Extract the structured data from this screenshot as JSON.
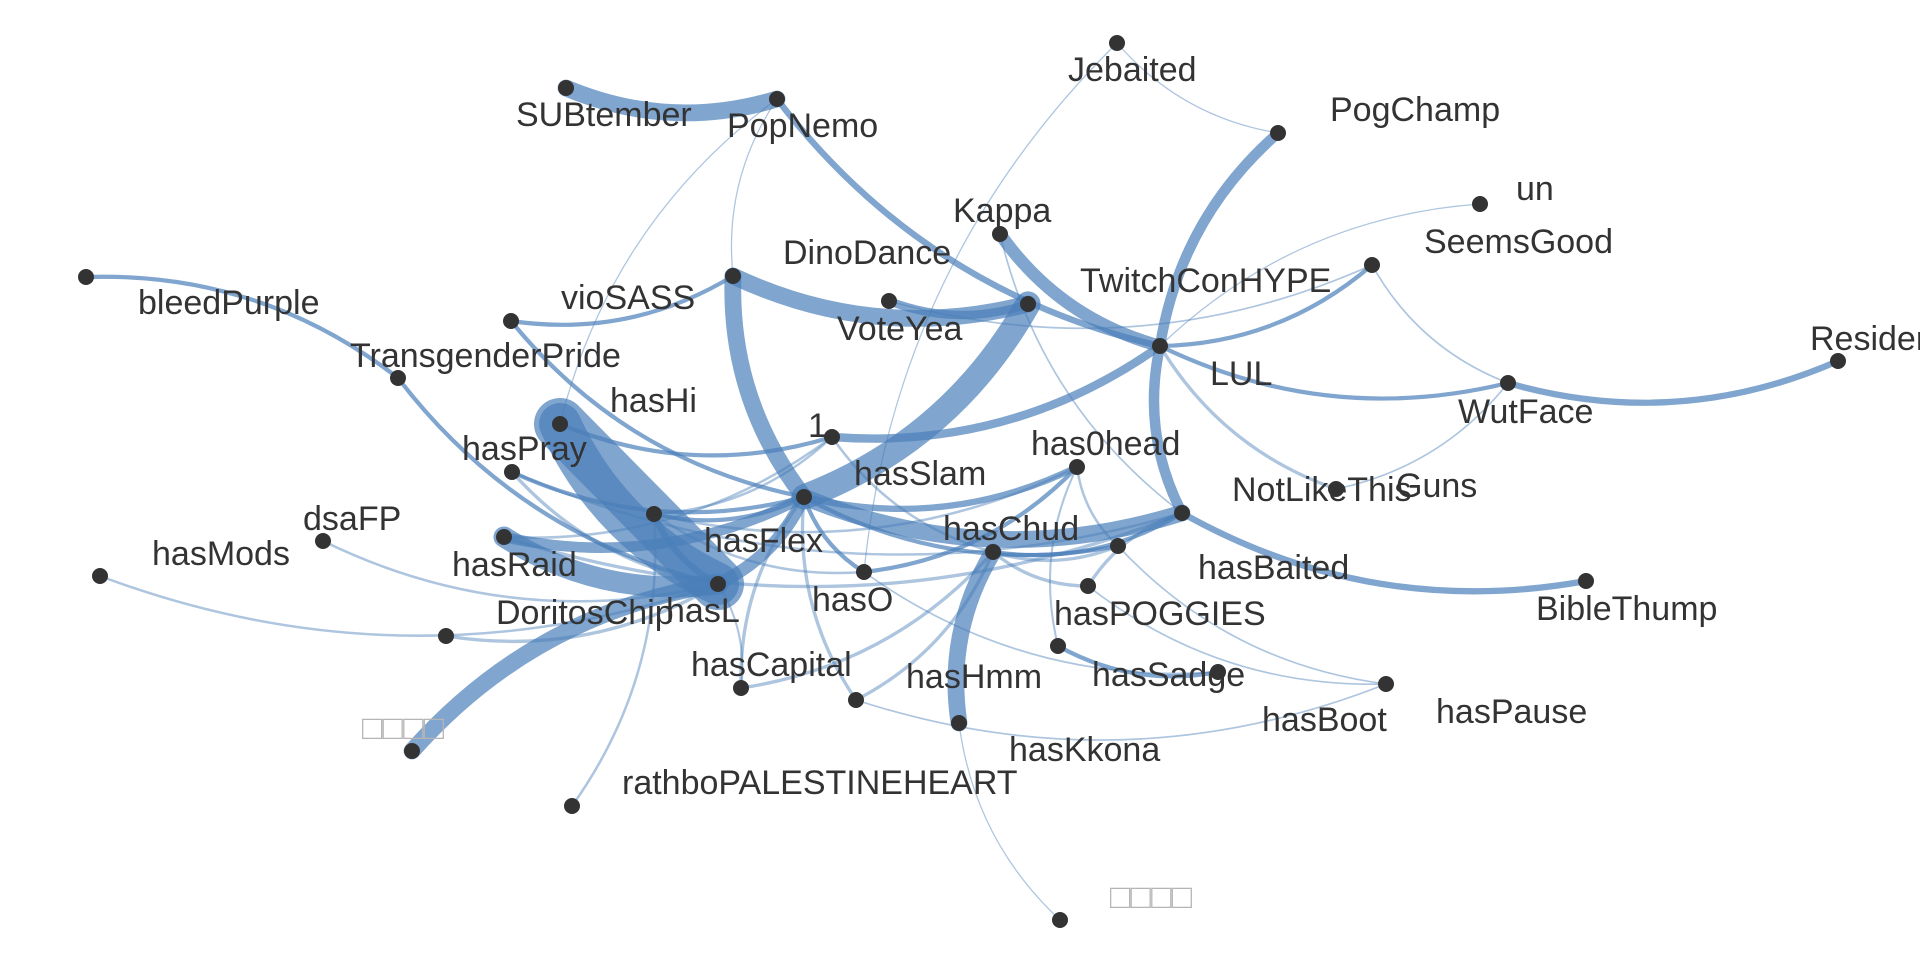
{
  "diagram": {
    "type": "network-graph",
    "edge_color": "#4a7fb9",
    "node_color": "#333333",
    "label_color": "#333333",
    "missing_glyph_color": "#b5b5b5",
    "nodes": [
      {
        "id": "Jebaited",
        "label": "Jebaited"
      },
      {
        "id": "PogChamp",
        "label": "PogChamp"
      },
      {
        "id": "SUBtember",
        "label": "SUBtember"
      },
      {
        "id": "PopNemo",
        "label": "PopNemo"
      },
      {
        "id": "un",
        "label": "un"
      },
      {
        "id": "Kappa",
        "label": "Kappa"
      },
      {
        "id": "SeemsGood",
        "label": "SeemsGood"
      },
      {
        "id": "DinoDance",
        "label": "DinoDance"
      },
      {
        "id": "TwitchConHYPE",
        "label": "TwitchConHYPE"
      },
      {
        "id": "bleedPurple",
        "label": "bleedPurple"
      },
      {
        "id": "vioSASS",
        "label": "vioSASS"
      },
      {
        "id": "VoteYea",
        "label": "VoteYea"
      },
      {
        "id": "ResidentSleeper",
        "label": "ResidentSleeper"
      },
      {
        "id": "TransgenderPride",
        "label": "TransgenderPride"
      },
      {
        "id": "LUL",
        "label": "LUL"
      },
      {
        "id": "WutFace",
        "label": "WutFace"
      },
      {
        "id": "hasHi",
        "label": "hasHi"
      },
      {
        "id": "1",
        "label": "1"
      },
      {
        "id": "has0head",
        "label": "has0head"
      },
      {
        "id": "hasPray",
        "label": "hasPray"
      },
      {
        "id": "hasSlam",
        "label": "hasSlam"
      },
      {
        "id": "NotLikeThis",
        "label": "NotLikeThis"
      },
      {
        "id": "Guns",
        "label": "Guns"
      },
      {
        "id": "dsaFP",
        "label": "dsaFP"
      },
      {
        "id": "hasChud",
        "label": "hasChud"
      },
      {
        "id": "hasFlex",
        "label": "hasFlex"
      },
      {
        "id": "hasMods",
        "label": "hasMods"
      },
      {
        "id": "hasRaid",
        "label": "hasRaid"
      },
      {
        "id": "hasBaited",
        "label": "hasBaited"
      },
      {
        "id": "hasL",
        "label": "hasL"
      },
      {
        "id": "hasO",
        "label": "hasO"
      },
      {
        "id": "DoritosChip",
        "label": "DoritosChip"
      },
      {
        "id": "hasPOGGIES",
        "label": "hasPOGGIES"
      },
      {
        "id": "BibleThump",
        "label": "BibleThump"
      },
      {
        "id": "hasCapital",
        "label": "hasCapital"
      },
      {
        "id": "hasHmm",
        "label": "hasHmm"
      },
      {
        "id": "hasSadge",
        "label": "hasSadge"
      },
      {
        "id": "hasBoot",
        "label": "hasBoot"
      },
      {
        "id": "hasPause",
        "label": "hasPause"
      },
      {
        "id": "missing1",
        "label": "□□□□"
      },
      {
        "id": "hasKkona",
        "label": "hasKkona"
      },
      {
        "id": "rathboPALESTINEHEART",
        "label": "rathboPALESTINEHEART"
      },
      {
        "id": "missing2",
        "label": "□□□□"
      }
    ],
    "edges": [
      {
        "source": "hasHi",
        "target": "hasL",
        "weight": 10
      },
      {
        "source": "hasSlam",
        "target": "TwitchConHYPE",
        "weight": 6
      },
      {
        "source": "hasRaid",
        "target": "hasL",
        "weight": 5
      },
      {
        "source": "hasL",
        "target": "missing1",
        "weight": 4
      },
      {
        "source": "hasSlam",
        "target": "NotLikeThis",
        "weight": 4
      },
      {
        "source": "SUBtember",
        "target": "PopNemo",
        "weight": 4
      },
      {
        "source": "DinoDance",
        "target": "hasSlam",
        "weight": 4
      },
      {
        "source": "DinoDance",
        "target": "TwitchConHYPE",
        "weight": 4
      },
      {
        "source": "hasChud",
        "target": "hasKkona",
        "weight": 4
      },
      {
        "source": "hasL",
        "target": "hasSlam",
        "weight": 3
      },
      {
        "source": "Kappa",
        "target": "LUL",
        "weight": 3
      },
      {
        "source": "PogChamp",
        "target": "LUL",
        "weight": 2.5
      },
      {
        "source": "LUL",
        "target": "NotLikeThis",
        "weight": 2.5
      },
      {
        "source": "hasRaid",
        "target": "hasSlam",
        "weight": 2.5
      },
      {
        "source": "VoteYea",
        "target": "TwitchConHYPE",
        "weight": 2
      },
      {
        "source": "1",
        "target": "LUL",
        "weight": 2
      },
      {
        "source": "PopNemo",
        "target": "LUL",
        "weight": 1.5
      },
      {
        "source": "WutFace",
        "target": "ResidentSleeper",
        "weight": 1.5
      },
      {
        "source": "NotLikeThis",
        "target": "BibleThump",
        "weight": 1.5
      },
      {
        "source": "hasFlex",
        "target": "hasL",
        "weight": 1.5
      },
      {
        "source": "hasSlam",
        "target": "has0head",
        "weight": 1.5
      },
      {
        "source": "TransgenderPride",
        "target": "bleedPurple",
        "weight": 1
      },
      {
        "source": "TransgenderPride",
        "target": "hasL",
        "weight": 1
      },
      {
        "source": "vioSASS",
        "target": "hasSlam",
        "weight": 1
      },
      {
        "source": "vioSASS",
        "target": "DinoDance",
        "weight": 1
      },
      {
        "source": "hasHi",
        "target": "1",
        "weight": 1
      },
      {
        "source": "LUL",
        "target": "WutFace",
        "weight": 1
      },
      {
        "source": "LUL",
        "target": "SeemsGood",
        "weight": 1
      },
      {
        "source": "LUL",
        "target": "Guns",
        "weight": 0.8
      },
      {
        "source": "hasPray",
        "target": "hasSlam",
        "weight": 1
      },
      {
        "source": "hasFlex",
        "target": "hasSlam",
        "weight": 1
      },
      {
        "source": "hasSlam",
        "target": "hasO",
        "weight": 1
      },
      {
        "source": "hasSlam",
        "target": "hasBaited",
        "weight": 1
      },
      {
        "source": "hasSlam",
        "target": "hasCapital",
        "weight": 0.8
      },
      {
        "source": "hasSlam",
        "target": "hasHmm",
        "weight": 0.8
      },
      {
        "source": "hasO",
        "target": "has0head",
        "weight": 1
      },
      {
        "source": "hasChud",
        "target": "NotLikeThis",
        "weight": 1
      },
      {
        "source": "hasChud",
        "target": "hasBaited",
        "weight": 0.8
      },
      {
        "source": "hasChud",
        "target": "hasPOGGIES",
        "weight": 0.8
      },
      {
        "source": "NotLikeThis",
        "target": "hasPOGGIES",
        "weight": 0.8
      },
      {
        "source": "hasCapital",
        "target": "hasChud",
        "weight": 0.8
      },
      {
        "source": "hasHmm",
        "target": "hasChud",
        "weight": 0.8
      },
      {
        "source": "hasSadge",
        "target": "hasBoot",
        "weight": 1
      },
      {
        "source": "hasMods",
        "target": "hasL",
        "weight": 0.6
      },
      {
        "source": "dsaFP",
        "target": "hasL",
        "weight": 0.6
      },
      {
        "source": "DoritosChip",
        "target": "hasL",
        "weight": 0.8
      },
      {
        "source": "hasPray",
        "target": "hasL",
        "weight": 0.8
      },
      {
        "source": "hasPray",
        "target": "NotLikeThis",
        "weight": 0.6
      },
      {
        "source": "hasRaid",
        "target": "NotLikeThis",
        "weight": 0.8
      },
      {
        "source": "hasRaid",
        "target": "1",
        "weight": 0.6
      },
      {
        "source": "hasFlex",
        "target": "1",
        "weight": 0.6
      },
      {
        "source": "hasFlex",
        "target": "has0head",
        "weight": 0.6
      },
      {
        "source": "hasFlex",
        "target": "hasO",
        "weight": 0.6
      },
      {
        "source": "rathboPALESTINEHEART",
        "target": "hasFlex",
        "weight": 0.6
      },
      {
        "source": "1",
        "target": "hasChud",
        "weight": 0.6
      },
      {
        "source": "has0head",
        "target": "hasSadge",
        "weight": 0.5
      },
      {
        "source": "has0head",
        "target": "hasBaited",
        "weight": 0.6
      },
      {
        "source": "hasBaited",
        "target": "hasPause",
        "weight": 0.4
      },
      {
        "source": "hasPOGGIES",
        "target": "hasPause",
        "weight": 0.4
      },
      {
        "source": "hasO",
        "target": "hasBoot",
        "weight": 0.4
      },
      {
        "source": "hasKkona",
        "target": "missing2",
        "weight": 0.3
      },
      {
        "source": "Jebaited",
        "target": "PogChamp",
        "weight": 0.3
      },
      {
        "source": "Jebaited",
        "target": "hasO",
        "weight": 0.3
      },
      {
        "source": "SeemsGood",
        "target": "WutFace",
        "weight": 0.4
      },
      {
        "source": "Guns",
        "target": "WutFace",
        "weight": 0.4
      },
      {
        "source": "Kappa",
        "target": "NotLikeThis",
        "weight": 0.4
      },
      {
        "source": "un",
        "target": "LUL",
        "weight": 0.3
      },
      {
        "source": "PopNemo",
        "target": "hasHi",
        "weight": 0.3
      },
      {
        "source": "PopNemo",
        "target": "DinoDance",
        "weight": 0.3
      },
      {
        "source": "VoteYea",
        "target": "SeemsGood",
        "weight": 0.4
      },
      {
        "source": "hasCapital",
        "target": "hasL",
        "weight": 0.5
      },
      {
        "source": "hasHmm",
        "target": "hasPause",
        "weight": 0.4
      }
    ]
  }
}
